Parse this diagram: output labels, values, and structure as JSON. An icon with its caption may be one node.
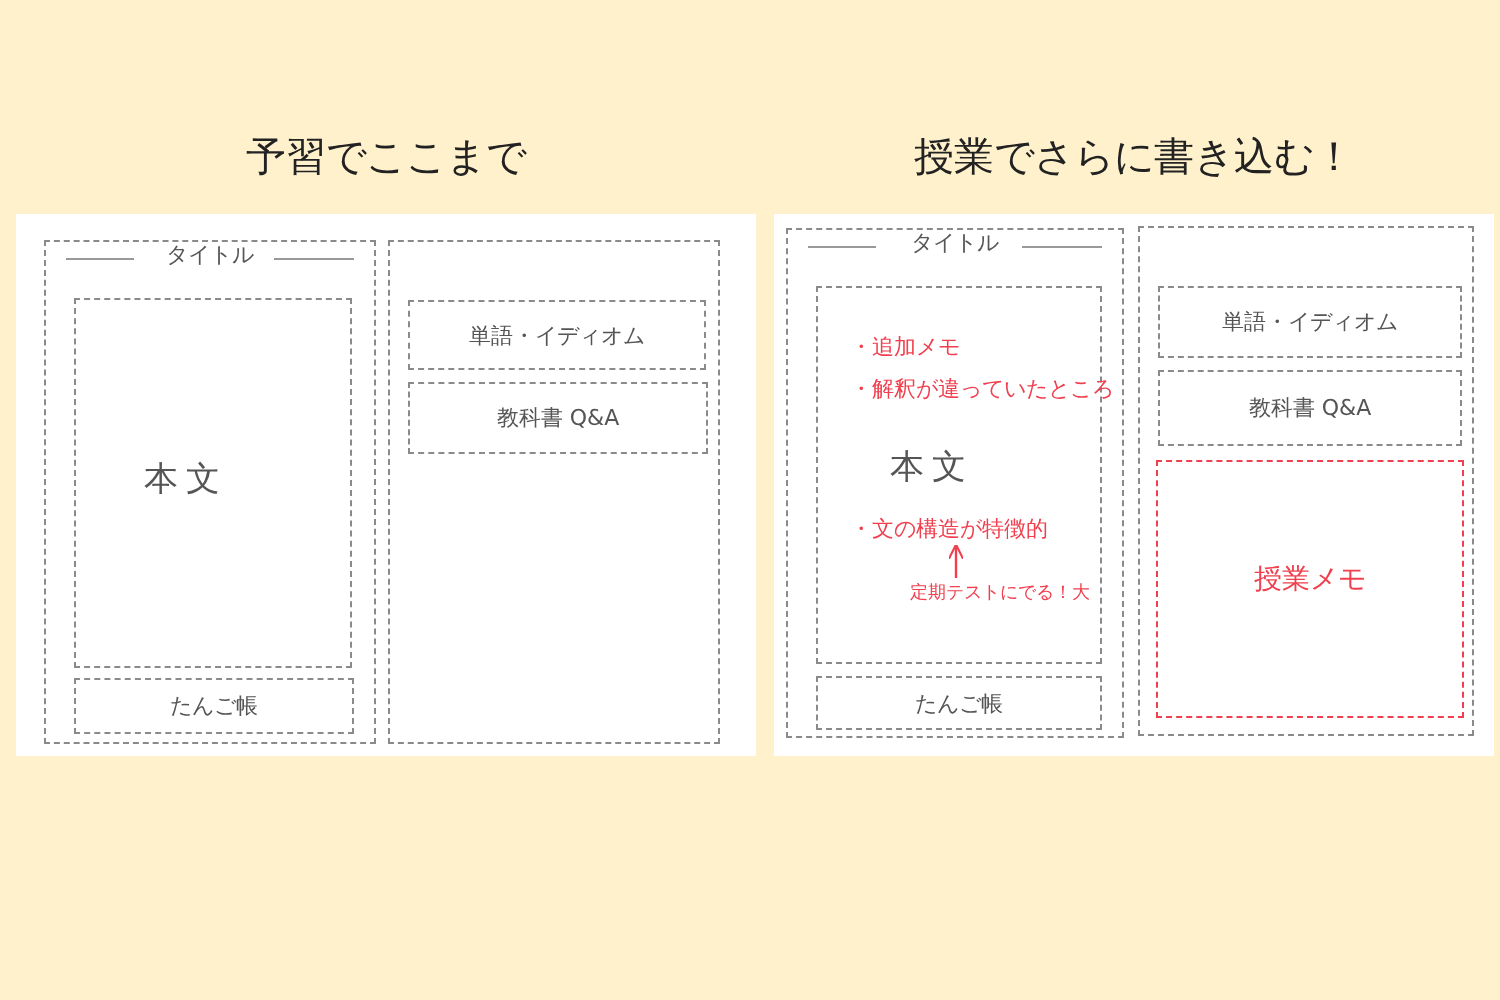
{
  "diagram": {
    "nodes": [
      {
        "text": [
          "予習でここまで"
        ]
      },
      {
        "text": [
          "タイトル"
        ],
        "in": 0
      },
      {
        "text": [
          "本文"
        ],
        "in": 1
      },
      {
        "text": [
          "たんご帳"
        ],
        "in": 1
      },
      {
        "text": [],
        "shape": "box",
        "in": 0
      },
      {
        "text": [
          "単語・イディオム"
        ],
        "in": 4
      },
      {
        "text": [
          "教科書 Q&A"
        ],
        "in": 4
      },
      {
        "text": [
          "授業でさらに書き込む！"
        ]
      },
      {
        "text": [
          "タイトル"
        ],
        "in": 7
      },
      {
        "text": [
          "本文"
        ],
        "in": 8
      },
      {
        "text": [
          "・追加メモ"
        ],
        "in": 9
      },
      {
        "text": [
          "・解釈が違っていたところ"
        ],
        "in": 9
      },
      {
        "text": [
          "・文の構造が特徴的"
        ],
        "in": 9
      },
      {
        "text": [
          "定期テストにでる！大"
        ],
        "in": 9
      },
      {
        "text": [
          "たんご帳"
        ],
        "in": 8
      },
      {
        "text": [],
        "shape": "box",
        "in": 7
      },
      {
        "text": [
          "単語・イディオム"
        ],
        "in": 15
      },
      {
        "text": [
          "教科書 Q&A"
        ],
        "in": 15
      },
      {
        "text": [
          "授業メモ"
        ],
        "in": 15
      }
    ],
    "edges": [
      {
        "from": 13,
        "to": 12,
        "arrow": "to",
        "color": "#f0404f"
      }
    ]
  }
}
